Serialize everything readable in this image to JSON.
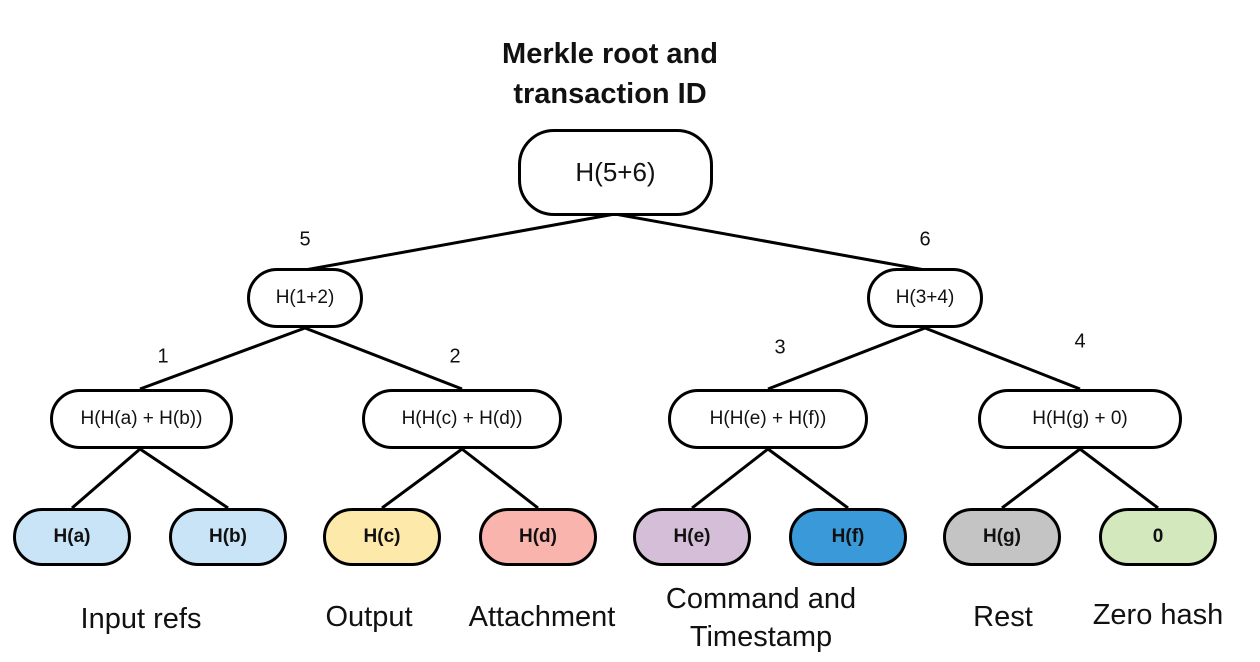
{
  "title": {
    "line1": "Merkle root and",
    "line2": "transaction ID"
  },
  "root": {
    "label": "H(5+6)"
  },
  "level1": [
    {
      "label": "H(1+2)",
      "edge_label": "5"
    },
    {
      "label": "H(3+4)",
      "edge_label": "6"
    }
  ],
  "level2": [
    {
      "label": "H(H(a) + H(b))",
      "edge_label": "1"
    },
    {
      "label": "H(H(c) + H(d))",
      "edge_label": "2"
    },
    {
      "label": "H(H(e) + H(f))",
      "edge_label": "3"
    },
    {
      "label": "H(H(g) + 0)",
      "edge_label": "4"
    }
  ],
  "leaves": [
    {
      "label": "H(a)",
      "color": "#c9e3f7"
    },
    {
      "label": "H(b)",
      "color": "#c9e3f7"
    },
    {
      "label": "H(c)",
      "color": "#fde9a9"
    },
    {
      "label": "H(d)",
      "color": "#f9b5ad"
    },
    {
      "label": "H(e)",
      "color": "#d5bfd8"
    },
    {
      "label": "H(f)",
      "color": "#3a9ad9"
    },
    {
      "label": "H(g)",
      "color": "#c4c4c4"
    },
    {
      "label": "0",
      "color": "#d3e9bd"
    }
  ],
  "groups": [
    {
      "line1": "Input refs",
      "line2": ""
    },
    {
      "line1": "Output",
      "line2": ""
    },
    {
      "line1": "Attachment",
      "line2": ""
    },
    {
      "line1": "Command and",
      "line2": "Timestamp"
    },
    {
      "line1": "Rest",
      "line2": ""
    },
    {
      "line1": "Zero hash",
      "line2": ""
    }
  ]
}
